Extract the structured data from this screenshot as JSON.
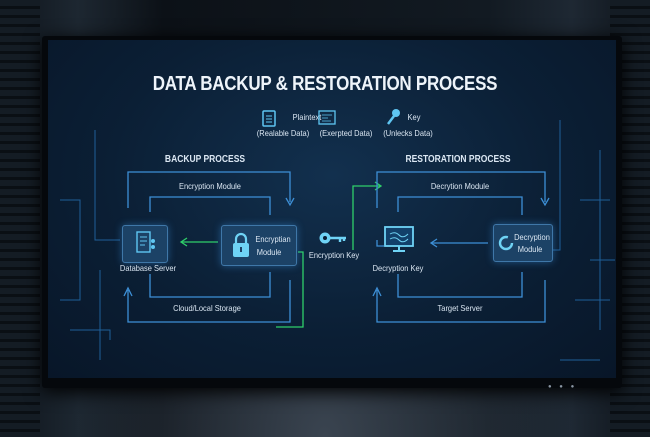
{
  "title": "DATA BACKUP & RESTORATION PROCESS",
  "legend": [
    {
      "icon": "document-icon",
      "label": "Plaintext",
      "sub": "(Realable Data)"
    },
    {
      "icon": "encrypted-data-icon",
      "label": "",
      "sub": "(Exerpted Data)"
    },
    {
      "icon": "key-icon",
      "label": "Key",
      "sub": "(Unlecks Data)"
    }
  ],
  "backup": {
    "heading": "BACKUP PROCESS",
    "top_label": "Encryption Module",
    "bottom_label": "Cloud/Local Storage",
    "database_label": "Database Server",
    "module_label_1": "Encryptian",
    "module_label_2": "Module"
  },
  "key_label": "Encryption Key",
  "restoration": {
    "heading": "RESTORATION PROCESS",
    "top_label": "Decrytion Module",
    "bottom_label": "Target Server",
    "key_label": "Decryption Key",
    "module_label_1": "Decryption",
    "module_label_2": "Module"
  },
  "colors": {
    "line": "#3d8fd6",
    "green": "#2fcf6a",
    "icon": "#5fc6f2"
  }
}
